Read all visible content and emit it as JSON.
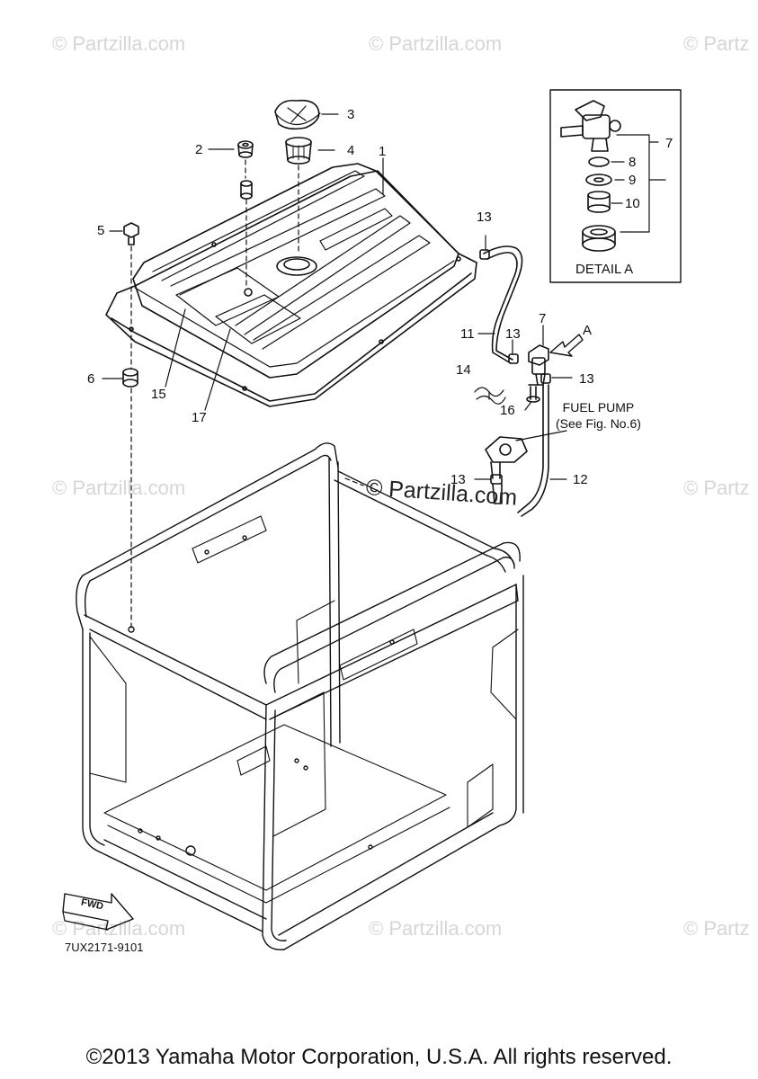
{
  "watermark_text": "© Partzilla.com",
  "watermark_partial": "© Partz",
  "center_watermark": "© Partzilla.com",
  "callouts": {
    "n1": "1",
    "n2": "2",
    "n3": "3",
    "n4": "4",
    "n5": "5",
    "n6": "6",
    "n7a": "7",
    "n7b": "7",
    "n8": "8",
    "n9": "9",
    "n10": "10",
    "n11": "11",
    "n12": "12",
    "n13a": "13",
    "n13b": "13",
    "n13c": "13",
    "n13d": "13",
    "n14": "14",
    "n15": "15",
    "n16": "16",
    "n17": "17",
    "arrow_a": "A"
  },
  "detail_label": "DETAIL A",
  "fuel_pump": {
    "line1": "FUEL PUMP",
    "line2": "(See Fig. No.6)"
  },
  "fwd_label": "FWD",
  "doc_code": "7UX2171-9101",
  "copyright": "©2013 Yamaha Motor Corporation, U.S.A. All rights reserved.",
  "colors": {
    "line": "#111111",
    "watermark": "#d6d6d6"
  }
}
